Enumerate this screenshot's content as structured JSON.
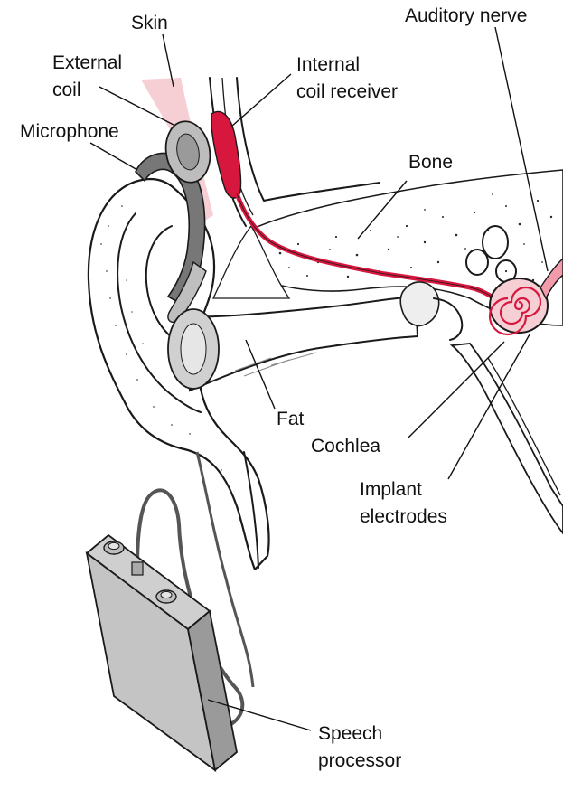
{
  "labels": {
    "skin": "Skin",
    "external_coil_1": "External",
    "external_coil_2": "coil",
    "microphone": "Microphone",
    "internal_coil_1": "Internal",
    "internal_coil_2": "coil receiver",
    "auditory_nerve": "Auditory nerve",
    "bone": "Bone",
    "fat": "Fat",
    "cochlea": "Cochlea",
    "implant_electrodes_1": "Implant",
    "implant_electrodes_2": "electrodes",
    "speech_processor_1": "Speech",
    "speech_processor_2": "processor"
  },
  "colors": {
    "implant_red": "#d8173f",
    "skin_pink": "#f6cfd5",
    "device_gray": "#bfbfbf",
    "dark_gray": "#7a7a7a"
  }
}
